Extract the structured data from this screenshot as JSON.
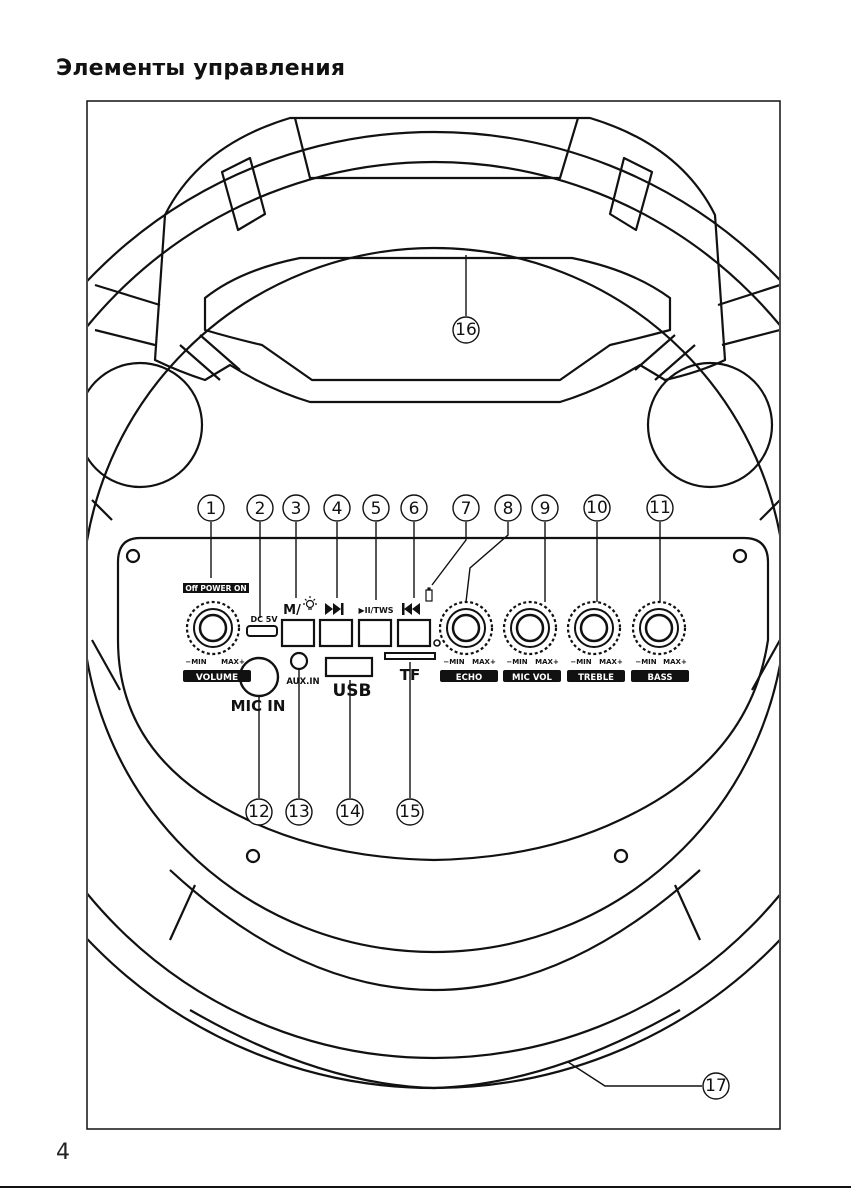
{
  "page": {
    "title": "Элементы управления",
    "number": "4"
  },
  "panel_labels": {
    "power": "Off POWER ON",
    "dc": "DC 5V",
    "mode": "M/",
    "play_tws": "▶II/TWS",
    "volume": "VOLUME",
    "mic_in": "MIC IN",
    "aux_in": "AUX.IN",
    "usb": "USB",
    "tf": "TF",
    "echo": "ECHO",
    "mic_vol": "MIC VOL",
    "treble": "TREBLE",
    "bass": "BASS",
    "min": "−MIN",
    "max": "MAX+"
  },
  "callouts": [
    "1",
    "2",
    "3",
    "4",
    "5",
    "6",
    "7",
    "8",
    "9",
    "10",
    "11",
    "12",
    "13",
    "14",
    "15",
    "16",
    "17"
  ]
}
